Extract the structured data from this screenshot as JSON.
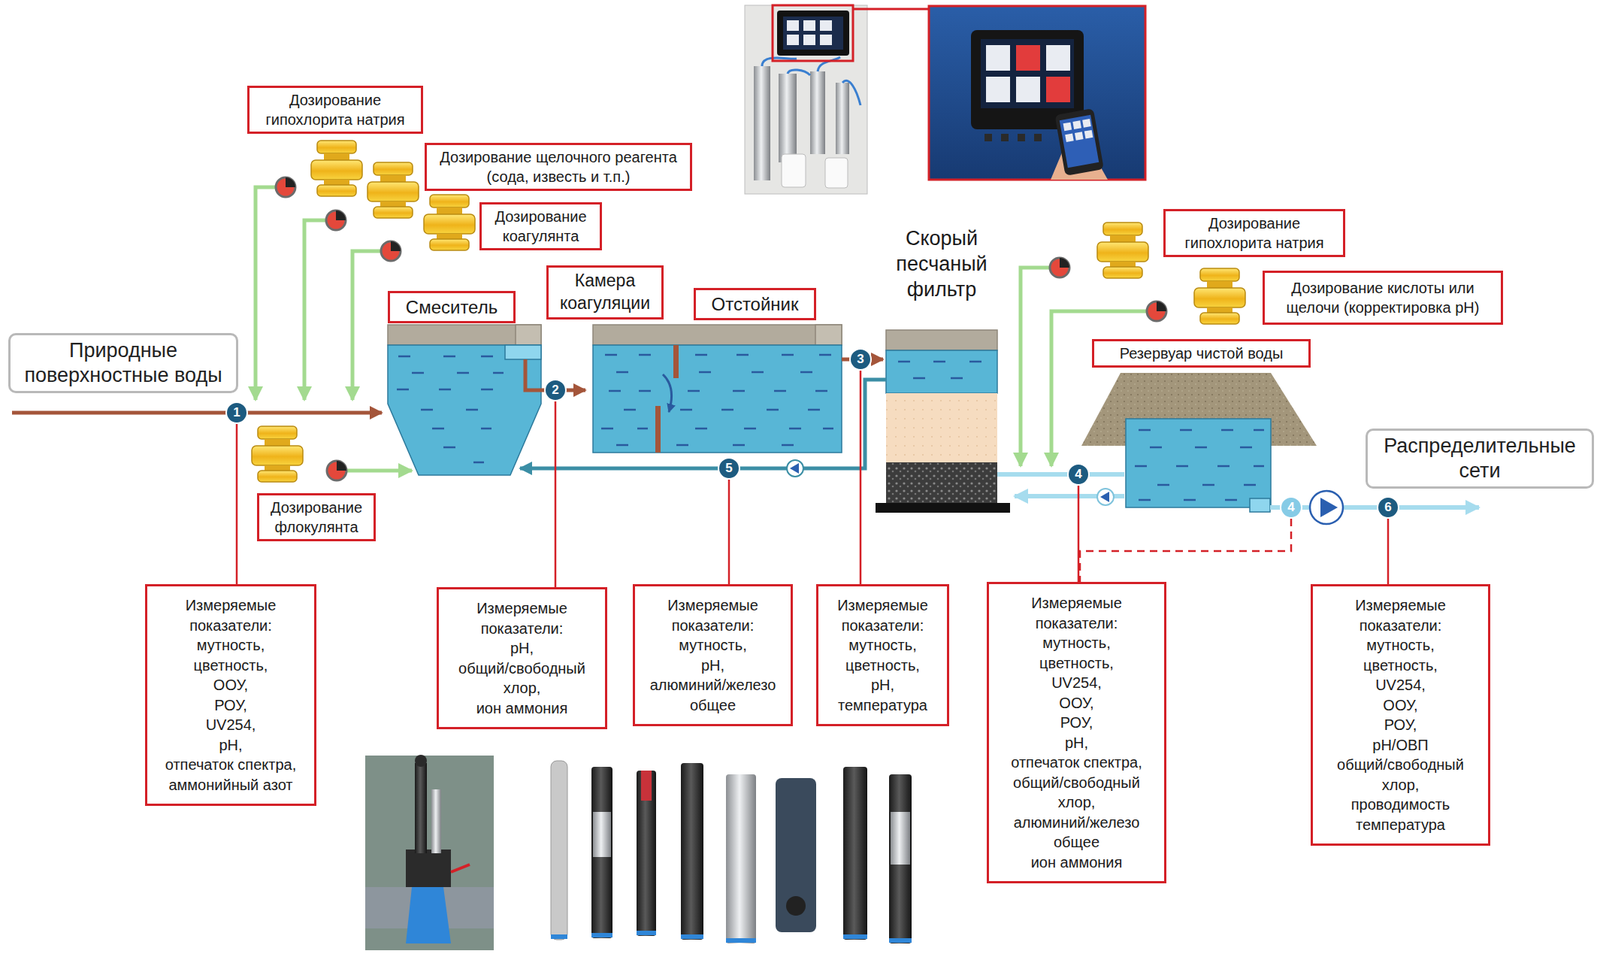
{
  "diagram": {
    "nodes": [
      {
        "text": [
          "Дозирование гипохлорита натрия"
        ]
      },
      {
        "text": [
          "Дозирование щелочного реагента (сода, известь и т.п.)"
        ]
      },
      {
        "text": [
          "Дозирование коагулянта"
        ]
      },
      {
        "text": [
          "Смеситель"
        ]
      },
      {
        "text": [
          "Камера коагуляции"
        ]
      },
      {
        "text": [
          "Отстойник"
        ]
      },
      {
        "text": [
          "Природные поверхностные воды"
        ]
      },
      {
        "text": [
          "Дозирование гипохлорита натрия"
        ]
      },
      {
        "text": [
          "Дозирование кислоты или щелочи (корректировка pH)"
        ]
      },
      {
        "text": [
          "Резервуар чистой воды"
        ]
      },
      {
        "text": [
          "Распределительные сети"
        ]
      },
      {
        "text": [
          "1"
        ]
      },
      {
        "text": [
          "2"
        ]
      },
      {
        "text": [
          "3"
        ]
      },
      {
        "text": [
          "5"
        ]
      },
      {
        "text": [
          "4"
        ]
      },
      {
        "text": [
          "4"
        ]
      },
      {
        "text": [
          "6"
        ]
      },
      {
        "text": [
          "Дозирование флокулянта"
        ]
      },
      {
        "text": [
          "Измеряемые показатели:",
          "мутность,",
          "цветность,",
          "ООУ,",
          "РОУ,",
          "UV254,",
          "pH,",
          "отпечаток спектра,",
          "аммонийный азот"
        ]
      },
      {
        "text": [
          "Измеряемые показатели:",
          "pH,",
          "общий/свободный хлор,",
          "ион аммония"
        ]
      },
      {
        "text": [
          "Измеряемые показатели:",
          "мутность,",
          "pH,",
          "алюминий/железо общее"
        ]
      },
      {
        "text": [
          "Измеряемые показатели:",
          "мутность,",
          "цветность,",
          "pH,",
          "температура"
        ]
      },
      {
        "text": [
          "Измеряемые показатели:",
          "мутность,",
          "цветность,",
          "UV254,",
          "ООУ,",
          "РОУ,",
          "pH,",
          "отпечаток спектра,",
          "общий/свободный хлор,",
          "алюминий/железо общее",
          "ион аммония"
        ]
      },
      {
        "text": [
          "Измеряемые показатели:",
          "мутность,",
          "цветность,",
          "UV254,",
          "ООУ,",
          "РОУ,",
          "pH/ОВП",
          "общий/свободный хлор,",
          "проводимость",
          "температура"
        ]
      }
    ],
    "edges": [
      {
        "from": 11,
        "to": 19,
        "arrow": "none"
      },
      {
        "from": 12,
        "to": 20,
        "arrow": "none"
      },
      {
        "from": 14,
        "to": 21,
        "arrow": "none"
      },
      {
        "from": 13,
        "to": 22,
        "arrow": "none"
      },
      {
        "from": 15,
        "to": 23,
        "arrow": "none"
      },
      {
        "from": 16,
        "to": 23,
        "arrow": "none"
      },
      {
        "from": 17,
        "to": 24,
        "arrow": "none"
      }
    ],
    "labels": [
      "Скорый песчаный фильтр"
    ]
  }
}
